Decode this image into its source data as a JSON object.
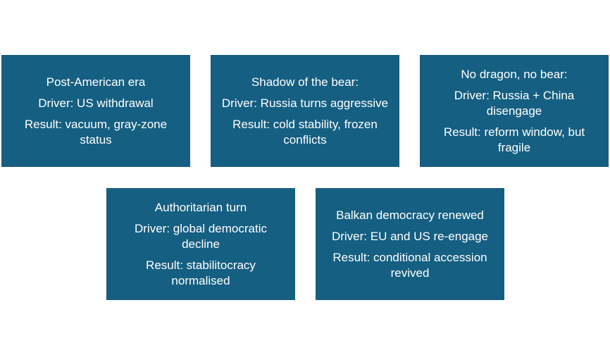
{
  "scenarios": [
    {
      "title": "Post-American era",
      "driver": "Driver: US withdrawal",
      "result": "Result: vacuum, gray-zone status"
    },
    {
      "title": "Shadow of the bear:",
      "driver": "Driver: Russia turns aggressive",
      "result": "Result: cold stability, frozen conflicts"
    },
    {
      "title": "No dragon, no bear:",
      "driver": "Driver: Russia + China disengage",
      "result": "Result: reform window, but fragile"
    },
    {
      "title": "Authoritarian turn",
      "driver": "Driver: global democratic decline",
      "result": "Result: stabilitocracy normalised"
    },
    {
      "title": "Balkan democracy renewed",
      "driver": "Driver: EU and US re-engage",
      "result": "Result: conditional accession revived"
    }
  ],
  "colors": {
    "box_fill": "#155f82",
    "text": "#ffffff",
    "background": "#ffffff"
  }
}
